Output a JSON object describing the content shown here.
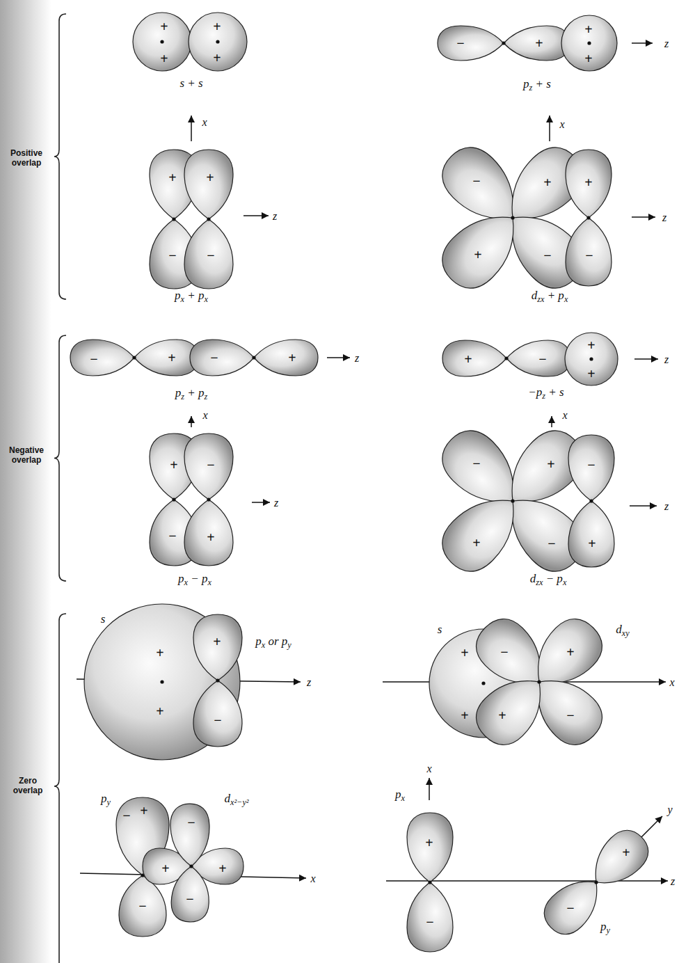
{
  "diagram": {
    "labels": [
      "Positive overlap",
      "+",
      "+",
      "+",
      "+",
      "s + s",
      "−",
      "+",
      "+",
      "+",
      "z",
      "pz + s",
      "x",
      "+",
      "+",
      "−",
      "−",
      "z",
      "px + px",
      "x",
      "−",
      "+",
      "+",
      "+",
      "−",
      "−",
      "z",
      "dzx + px",
      "Negative overlap",
      "−",
      "+",
      "−",
      "+",
      "z",
      "pz + pz",
      "+",
      "−",
      "+",
      "+",
      "z",
      "−pz + s",
      "x",
      "+",
      "−",
      "−",
      "+",
      "z",
      "px − px",
      "x",
      "−",
      "+",
      "−",
      "+",
      "−",
      "+",
      "z",
      "dzx − px",
      "Zero overlap",
      "s",
      "+",
      "px or py",
      "+",
      "−",
      "+",
      "z",
      "s",
      "dxy",
      "+",
      "−",
      "+",
      "+",
      "+",
      "−",
      "x",
      "py",
      "dx²−y²",
      "−",
      "+",
      "−",
      "+",
      "+",
      "x",
      "−",
      "−",
      "x",
      "px",
      "y",
      "+",
      "+",
      "z",
      "−",
      "−",
      "py"
    ]
  }
}
